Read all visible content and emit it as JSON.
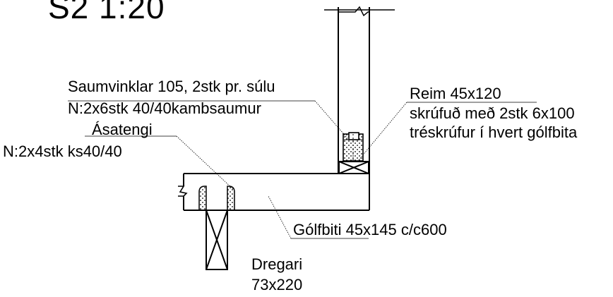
{
  "drawing": {
    "title": "S2 1:20",
    "labels": {
      "saumvinklar_line1": "Saumvinklar 105, 2stk pr. súlu",
      "saumvinklar_line2": "N:2x6stk 40/40kambsaumur",
      "asatengi_line1": "Ásatengi",
      "asatengi_line2": "N:2x4stk ks40/40",
      "reim_line1": "Reim 45x120",
      "reim_line2": "skrúfuð með 2stk 6x100",
      "reim_line3": "tréskrúfur í hvert gólfbita",
      "golfbiti": "Gólfbiti 45x145 c/c600",
      "dregari_line1": "Dregari",
      "dregari_line2": "73x220"
    }
  }
}
